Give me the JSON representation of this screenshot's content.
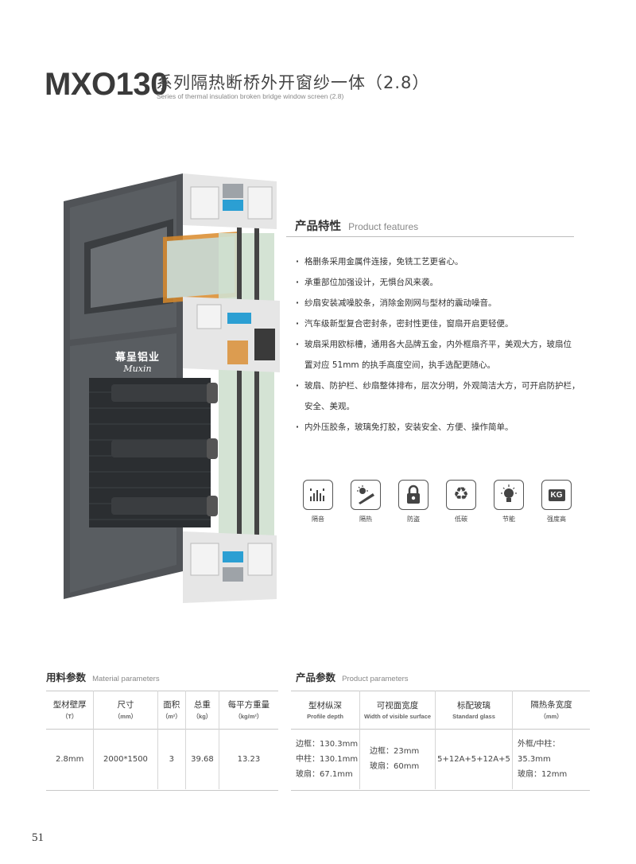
{
  "header": {
    "model": "MXO130",
    "title_cn": "系列隔热断桥外开窗纱一体（2.8）",
    "title_en": "Series of thermal insulation broken bridge window screen (2.8)"
  },
  "product_image": {
    "brand_cn": "幕呈铝业",
    "brand_script": "Muxin"
  },
  "features": {
    "heading_cn": "产品特性",
    "heading_en": "Product features",
    "items": [
      "格删条采用金属件连接，免铣工艺更省心。",
      "承重部位加强设计，无惧台风来袭。",
      "纱扇安装减噪胶条，消除金刚网与型材的震动噪音。",
      "汽车级新型复合密封条，密封性更佳，窗扇开启更轻便。",
      "玻扇采用欧标槽，通用各大品牌五金，内外框扇齐平，美观大方，玻扇位",
      "置对应 51mm 的执手高度空间，执手选配更随心。",
      "玻扇、防护栏、纱扇整体排布，层次分明，外观简洁大方，可开启防护栏，",
      "安全、美观。",
      "内外压胶条，玻璃免打胶，安装安全、方便、操作简单。"
    ]
  },
  "icons": [
    {
      "icon": "sound-insulation-icon",
      "label": "隔音"
    },
    {
      "icon": "heat-insulation-icon",
      "label": "隔热"
    },
    {
      "icon": "lock-icon",
      "label": "防盗"
    },
    {
      "icon": "recycle-icon",
      "label": "低碳"
    },
    {
      "icon": "bulb-icon",
      "label": "节能"
    },
    {
      "icon": "kg-icon",
      "label": "强度高",
      "badge": "KG"
    }
  ],
  "material": {
    "heading_cn": "用料参数",
    "heading_en": "Material parameters",
    "columns": [
      {
        "cn": "型材壁厚",
        "en": "（T）"
      },
      {
        "cn": "尺寸",
        "en": "（mm）"
      },
      {
        "cn": "面积",
        "en": "（m²）"
      },
      {
        "cn": "总重",
        "en": "（kg）"
      },
      {
        "cn": "每平方重量",
        "en": "（kg/m²）"
      }
    ],
    "row": [
      "2.8mm",
      "2000*1500",
      "3",
      "39.68",
      "13.23"
    ]
  },
  "product_params": {
    "heading_cn": "产品参数",
    "heading_en": "Product parameters",
    "columns": [
      {
        "cn": "型材纵深",
        "en": "Profile depth"
      },
      {
        "cn": "可视面宽度",
        "en": "Width of visible surface"
      },
      {
        "cn": "标配玻璃",
        "en": "Standard glass"
      },
      {
        "cn": "隔热条宽度",
        "en": "（mm）"
      }
    ],
    "profile_depth": [
      "边框：130.3mm",
      "中柱：130.1mm",
      "玻扇：67.1mm"
    ],
    "visible_width": [
      "边框：23mm",
      "玻扇：60mm"
    ],
    "glass": "5+12A+5+12A+5",
    "strip_width": [
      "外框/中柱：35.3mm",
      "玻扇：12mm"
    ]
  },
  "page_number": "51",
  "colors": {
    "frame_dark": "#505357",
    "frame_mid": "#5d6165",
    "insulation_blue": "#2b9fd3",
    "accent_orange": "#d98a2a"
  }
}
